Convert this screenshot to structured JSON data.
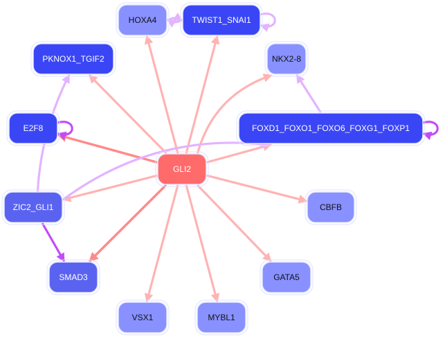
{
  "title": "Gene regulatory network",
  "colors": {
    "hub": "#ff6b6b",
    "node_dark": "#3a46f5",
    "node_mid": "#5a63f0",
    "node_light": "#8891ff",
    "label_light": "#ffffff",
    "label_dark": "#111111",
    "edge_pink": "#ffb3b3",
    "edge_pink_strong": "#ff8a8a",
    "edge_lavender": "#e3b3ff",
    "edge_purple": "#c24cf5"
  },
  "nodes": [
    {
      "id": "GLI2",
      "label": "GLI2",
      "tone": "hub"
    },
    {
      "id": "HOXA4",
      "label": "HOXA4",
      "tone": "light"
    },
    {
      "id": "TWIST1_SNAI1",
      "label": "TWIST1_SNAI1",
      "tone": "dark"
    },
    {
      "id": "PKNOX1_TGIF2",
      "label": "PKNOX1_TGIF2",
      "tone": "dark"
    },
    {
      "id": "NKX2-8",
      "label": "NKX2-8",
      "tone": "light"
    },
    {
      "id": "E2F8",
      "label": "E2F8",
      "tone": "dark"
    },
    {
      "id": "FOXD1_FOXO1_FOXO6_FOXG1_FOXP1",
      "label": "FOXD1_FOXO1_FOXO6_FOXG1_FOXP1",
      "tone": "dark"
    },
    {
      "id": "ZIC2_GLI1",
      "label": "ZIC2_GLI1",
      "tone": "mid"
    },
    {
      "id": "CBFB",
      "label": "CBFB",
      "tone": "light"
    },
    {
      "id": "SMAD3",
      "label": "SMAD3",
      "tone": "mid"
    },
    {
      "id": "GATA5",
      "label": "GATA5",
      "tone": "light"
    },
    {
      "id": "VSX1",
      "label": "VSX1",
      "tone": "light"
    },
    {
      "id": "MYBL1",
      "label": "MYBL1",
      "tone": "light"
    }
  ],
  "edges": [
    {
      "source": "GLI2",
      "target": "HOXA4",
      "kind": "pink"
    },
    {
      "source": "GLI2",
      "target": "TWIST1_SNAI1",
      "kind": "pink"
    },
    {
      "source": "GLI2",
      "target": "PKNOX1_TGIF2",
      "kind": "pink"
    },
    {
      "source": "GLI2",
      "target": "NKX2-8",
      "kind": "pink"
    },
    {
      "source": "GLI2",
      "target": "E2F8",
      "kind": "pink_strong"
    },
    {
      "source": "GLI2",
      "target": "FOXD1_FOXO1_FOXO6_FOXG1_FOXP1",
      "kind": "pink"
    },
    {
      "source": "GLI2",
      "target": "ZIC2_GLI1",
      "kind": "pink"
    },
    {
      "source": "GLI2",
      "target": "CBFB",
      "kind": "pink"
    },
    {
      "source": "GLI2",
      "target": "SMAD3",
      "kind": "pink_strong"
    },
    {
      "source": "GLI2",
      "target": "GATA5",
      "kind": "pink"
    },
    {
      "source": "GLI2",
      "target": "VSX1",
      "kind": "pink"
    },
    {
      "source": "GLI2",
      "target": "MYBL1",
      "kind": "pink"
    },
    {
      "source": "ZIC2_GLI1",
      "target": "PKNOX1_TGIF2",
      "kind": "lavender"
    },
    {
      "source": "ZIC2_GLI1",
      "target": "FOXD1_FOXO1_FOXO6_FOXG1_FOXP1",
      "kind": "lavender"
    },
    {
      "source": "ZIC2_GLI1",
      "target": "SMAD3",
      "kind": "purple"
    },
    {
      "source": "FOXD1_FOXO1_FOXO6_FOXG1_FOXP1",
      "target": "NKX2-8",
      "kind": "lavender"
    },
    {
      "source": "TWIST1_SNAI1",
      "target": "HOXA4",
      "kind": "lavender"
    },
    {
      "source": "HOXA4",
      "target": "TWIST1_SNAI1",
      "kind": "lavender"
    },
    {
      "source": "TWIST1_SNAI1",
      "target": "TWIST1_SNAI1",
      "kind": "lavender"
    },
    {
      "source": "E2F8",
      "target": "E2F8",
      "kind": "purple"
    },
    {
      "source": "FOXD1_FOXO1_FOXO6_FOXG1_FOXP1",
      "target": "FOXD1_FOXO1_FOXO6_FOXG1_FOXP1",
      "kind": "purple"
    }
  ]
}
